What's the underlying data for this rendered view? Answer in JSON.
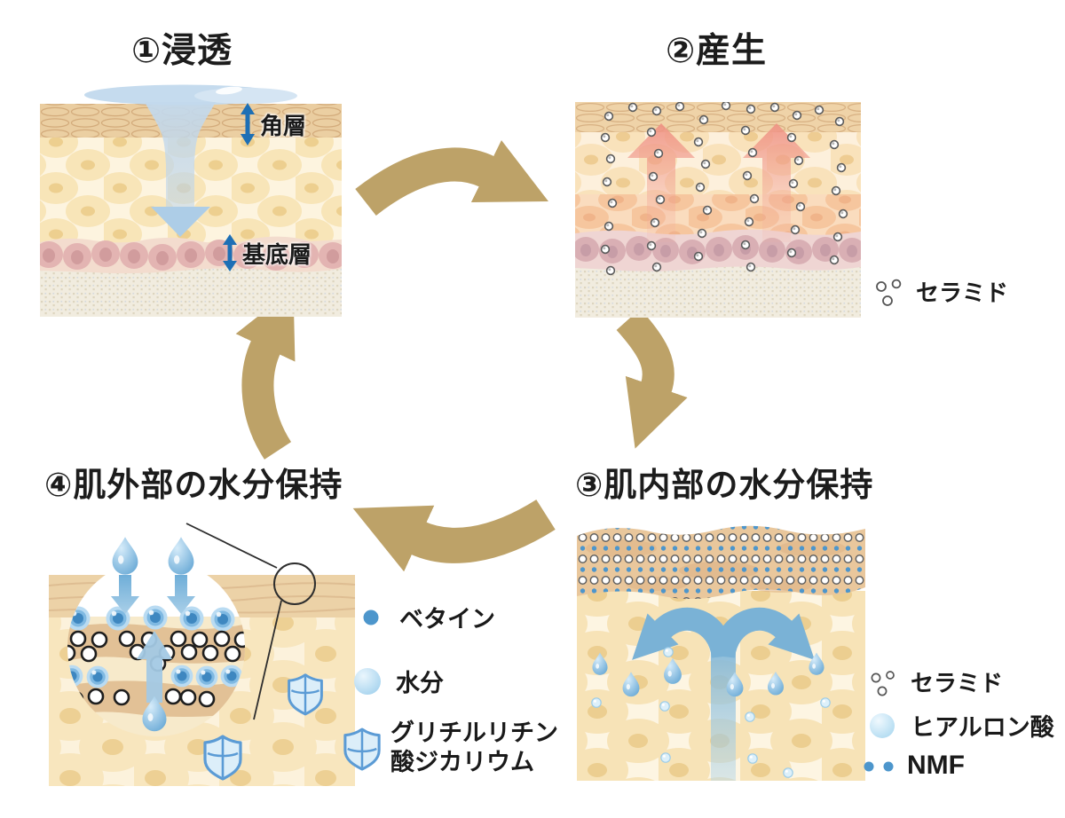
{
  "titles": {
    "step1": "①浸透",
    "step2": "②産生",
    "step3": "③肌内部の水分保持",
    "step4": "④肌外部の水分保持"
  },
  "panel1_labels": {
    "stratum_corneum": "角層",
    "basal_layer": "基底層"
  },
  "legend_step2": {
    "ceramide": "セラミド"
  },
  "legend_step3": {
    "ceramide": "セラミド",
    "hyaluronic_acid": "ヒアルロン酸",
    "nmf": "NMF"
  },
  "legend_step4": {
    "betaine": "ベタイン",
    "moisture": "水分",
    "glycyrrhizinate_line1": "グリチルリチン",
    "glycyrrhizinate_line2": "酸ジカリウム"
  },
  "colors": {
    "cycle_arrow_tan": "#BDA268",
    "depth_arrow_blue": "#1D6FB5",
    "betaine_blue": "#3E87C0",
    "nmf_blue": "#4D96CC",
    "water_blue": "#9CCEEC",
    "fountain_blue": "#7AB2D6",
    "production_pink": "#EF9183",
    "shield_blue": "#5B9BD5",
    "skin_cream": "#F8E5B8",
    "stratum_tan": "#EACDA0",
    "basal_pink": "#E3B4B2"
  }
}
